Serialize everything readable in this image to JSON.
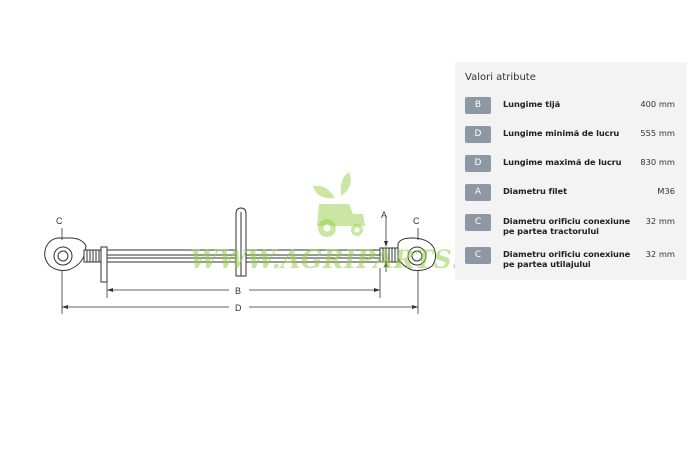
{
  "panel": {
    "title": "Valori atribute",
    "rows": [
      {
        "key": "B",
        "name": "Lungime tijă",
        "value": "400 mm"
      },
      {
        "key": "D",
        "name": "Lungime minimă de lucru",
        "value": "555 mm"
      },
      {
        "key": "D",
        "name": "Lungime maximă de lucru",
        "value": "830 mm"
      },
      {
        "key": "A",
        "name": "Diametru filet",
        "value": "M36"
      },
      {
        "key": "C",
        "name": "Diametru orificiu conexiune pe partea tractorului",
        "value": "32 mm"
      },
      {
        "key": "C",
        "name": "Diametru orificiu conexiune pe partea utilajului",
        "value": "32 mm"
      }
    ]
  },
  "drawing": {
    "labels": {
      "c_left": "C",
      "c_right": "C",
      "a": "A",
      "b": "B",
      "d": "D"
    }
  },
  "watermark": {
    "text": "WWW.AGRIPARTS.RO"
  },
  "colors": {
    "badge": "#8e97a4",
    "panel_bg": "#f3f3f3",
    "watermark": "#96cd46"
  }
}
